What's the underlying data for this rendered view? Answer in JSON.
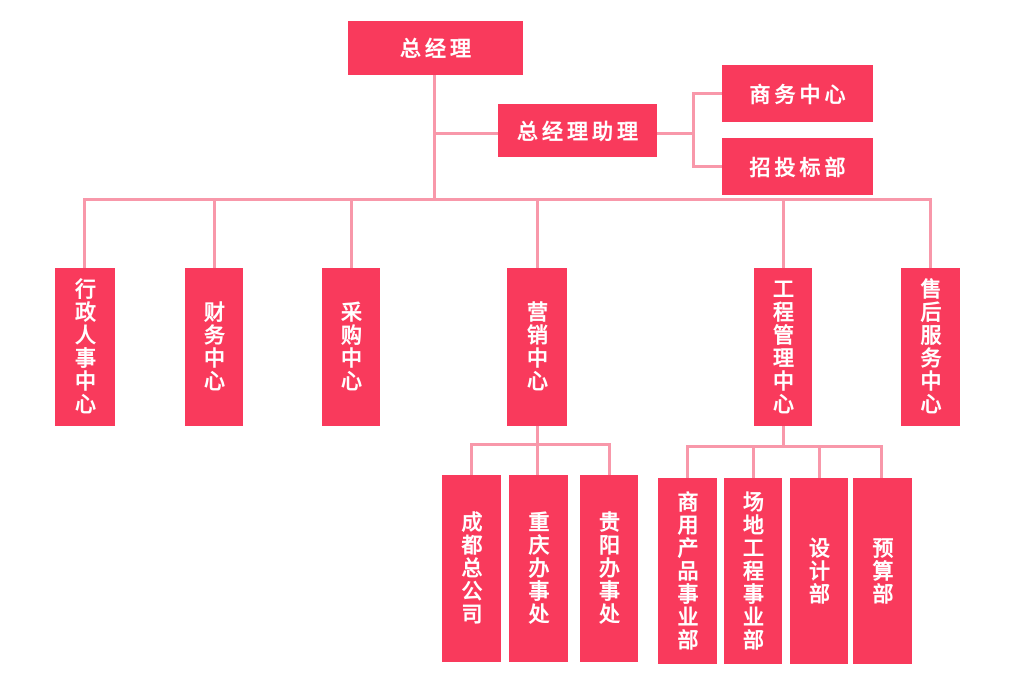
{
  "colors": {
    "node_fill": "#F93A5C",
    "connector_line": "#F898AA",
    "node_text": "#FFFFFF",
    "background": "#FFFFFF"
  },
  "org_chart": {
    "root": {
      "label": "总经理"
    },
    "assistant": {
      "label": "总经理助理",
      "children": [
        {
          "label": "商务中心"
        },
        {
          "label": "招投标部"
        }
      ]
    },
    "departments": [
      {
        "label": "行政人事中心"
      },
      {
        "label": "财务中心"
      },
      {
        "label": "采购中心"
      },
      {
        "label": "营销中心",
        "children": [
          {
            "label": "成都总公司"
          },
          {
            "label": "重庆办事处"
          },
          {
            "label": "贵阳办事处"
          }
        ]
      },
      {
        "label": "工程管理中心",
        "children": [
          {
            "label": "商用产品事业部"
          },
          {
            "label": "场地工程事业部"
          },
          {
            "label": "设计部"
          },
          {
            "label": "预算部"
          }
        ]
      },
      {
        "label": "售后服务中心"
      }
    ]
  }
}
